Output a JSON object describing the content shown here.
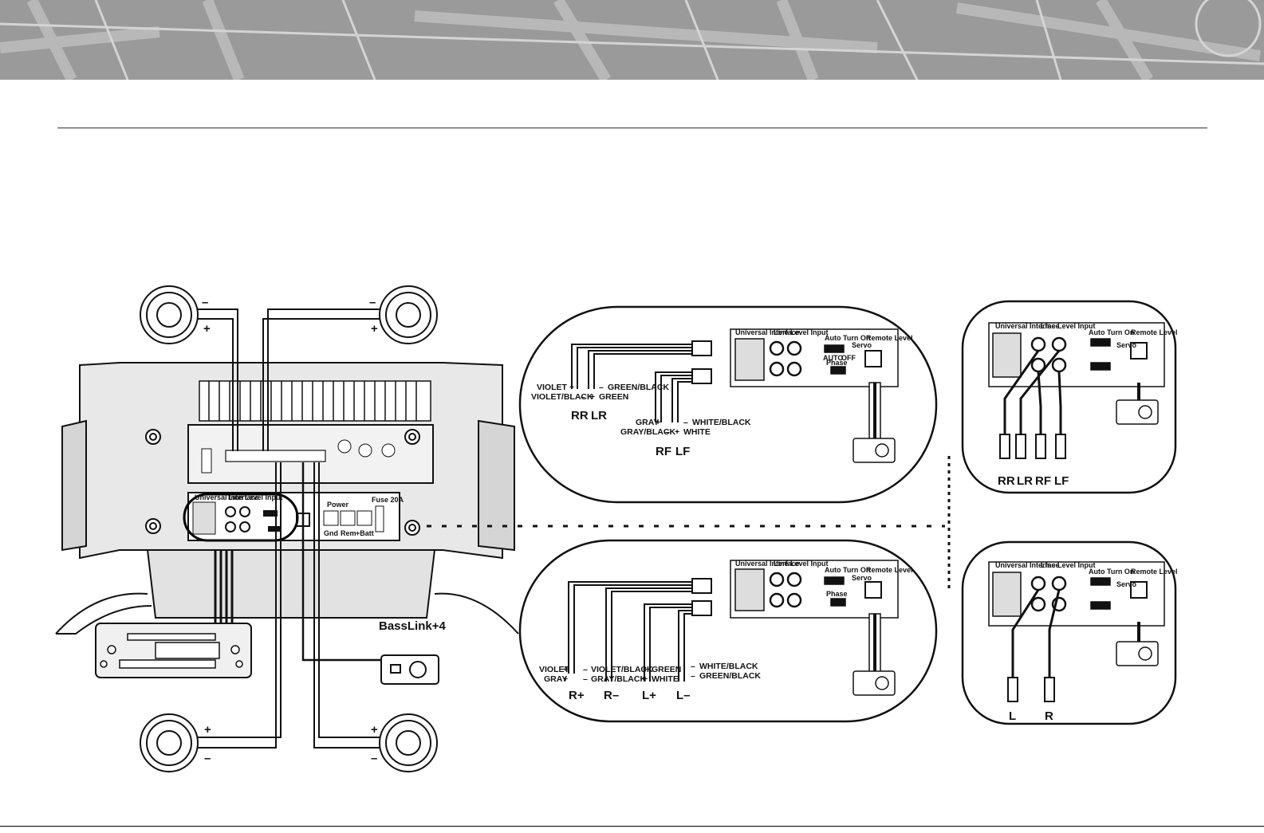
{
  "product_label": "BassLink+4",
  "speaker_polarity": {
    "minus": "–",
    "plus": "+"
  },
  "panel_labels": {
    "universal_interface": "Universal Interface",
    "line_level_input": "Line Level Input",
    "auto_turn_on": "Auto Turn On",
    "auto": "AUTO",
    "off": "OFF",
    "phase": "Phase",
    "servo": "Servo",
    "remote_level": "Remote Level",
    "power": "Power",
    "fuse": "Fuse 20A",
    "gnd": "Gnd",
    "rem": "Rem",
    "batt": "+Batt"
  },
  "detail_top": {
    "wires_left": [
      "VIOLET",
      "VIOLET/BLACK"
    ],
    "wires_left_sign": [
      "+",
      "–"
    ],
    "wires_mid": [
      "GREEN/BLACK",
      "GREEN"
    ],
    "wires_mid_sign": [
      "–",
      "+"
    ],
    "channels_a": [
      "RR",
      "LR"
    ],
    "wires_right_a": [
      "GRAY",
      "GRAY/BLACK"
    ],
    "wires_right_a_sign": [
      "+",
      "–"
    ],
    "wires_right_b": [
      "WHITE/BLACK",
      "WHITE"
    ],
    "wires_right_b_sign": [
      "–",
      "+"
    ],
    "channels_b": [
      "RF",
      "LF"
    ]
  },
  "detail_bottom": {
    "col1": [
      "VIOLET",
      "GRAY"
    ],
    "col1_sign": [
      "+",
      "+"
    ],
    "col2": [
      "VIOLET/BLACK",
      "GRAY/BLACK"
    ],
    "col2_sign": [
      "–",
      "–"
    ],
    "col3": [
      "GREEN",
      "WHITE"
    ],
    "col3_sign": [
      "+",
      "+"
    ],
    "col4": [
      "WHITE/BLACK",
      "GREEN/BLACK"
    ],
    "col4_sign": [
      "–",
      "–"
    ],
    "channels": [
      "R+",
      "R–",
      "L+",
      "L–"
    ]
  },
  "rca_top_channels": [
    "RR",
    "LR",
    "RF",
    "LF"
  ],
  "rca_bottom_channels": [
    "L",
    "R"
  ]
}
